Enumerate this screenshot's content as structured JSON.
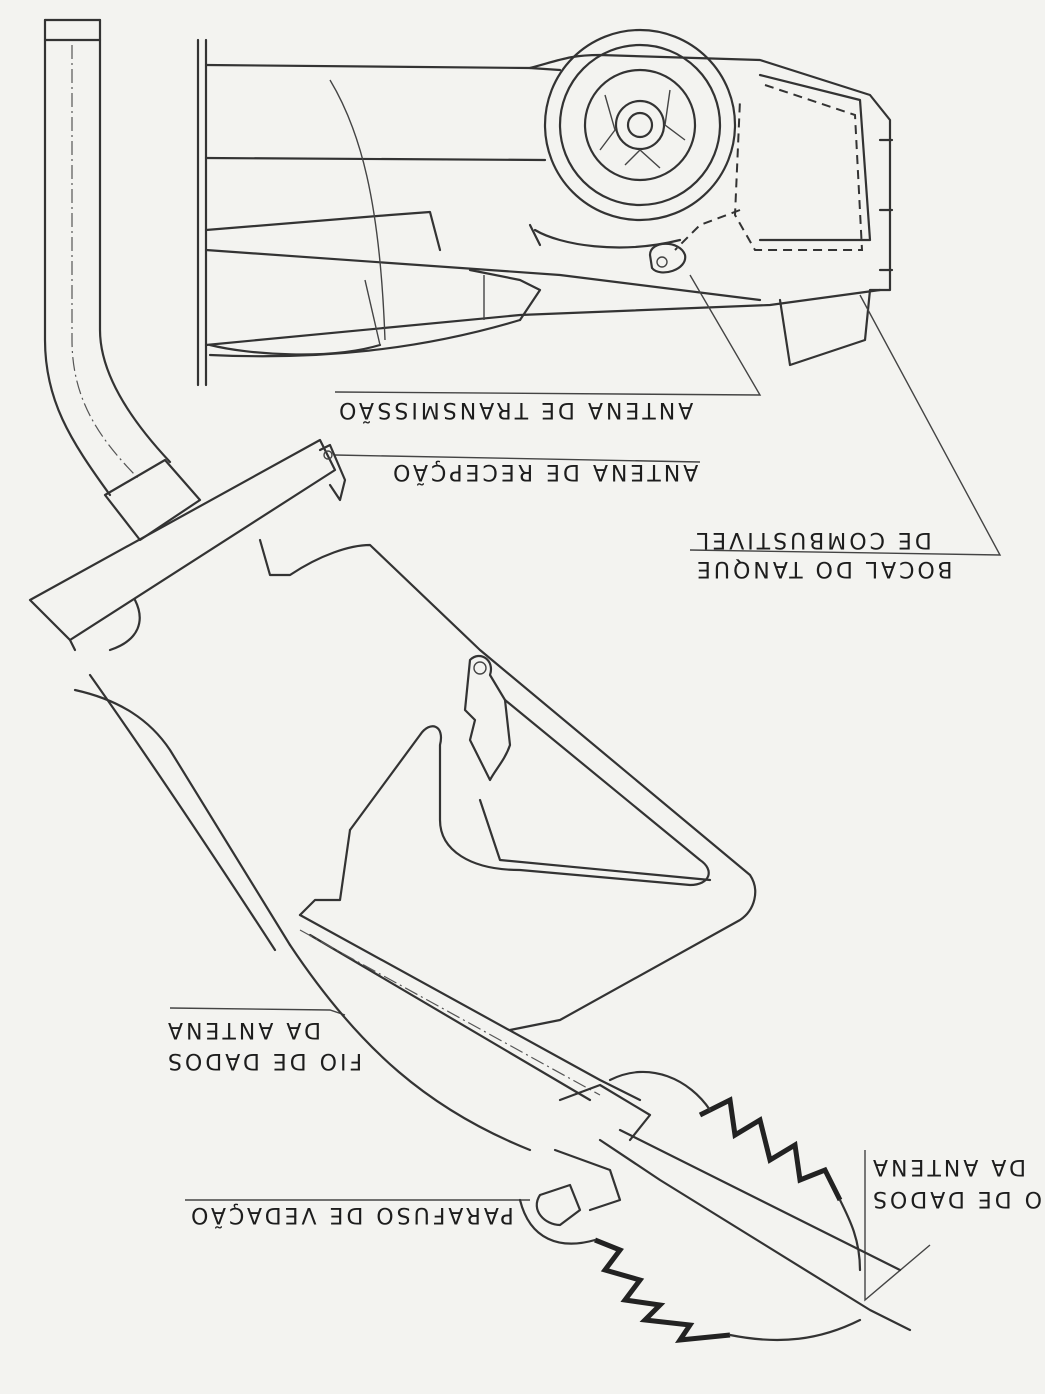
{
  "labels": {
    "antenna_transmission": "ANTENA DE TRANSMISSÃO",
    "antenna_reception": "ANTENA DE RECEPÇÃO",
    "fuel_tank_nozzle_line1": "BOCAL DO TANQUE",
    "fuel_tank_nozzle_line2": "DE COMBUSTIVEL",
    "antenna_data_wire_left_line1": "FIO DE DADOS",
    "antenna_data_wire_left_line2": "DA ANTENA",
    "sealing_screw": "PARAFUSO DE VEDAÇÃO",
    "antenna_data_wire_right_line1": "FIO DE DADOS",
    "antenna_data_wire_right_line2": "DA ANTENA"
  }
}
